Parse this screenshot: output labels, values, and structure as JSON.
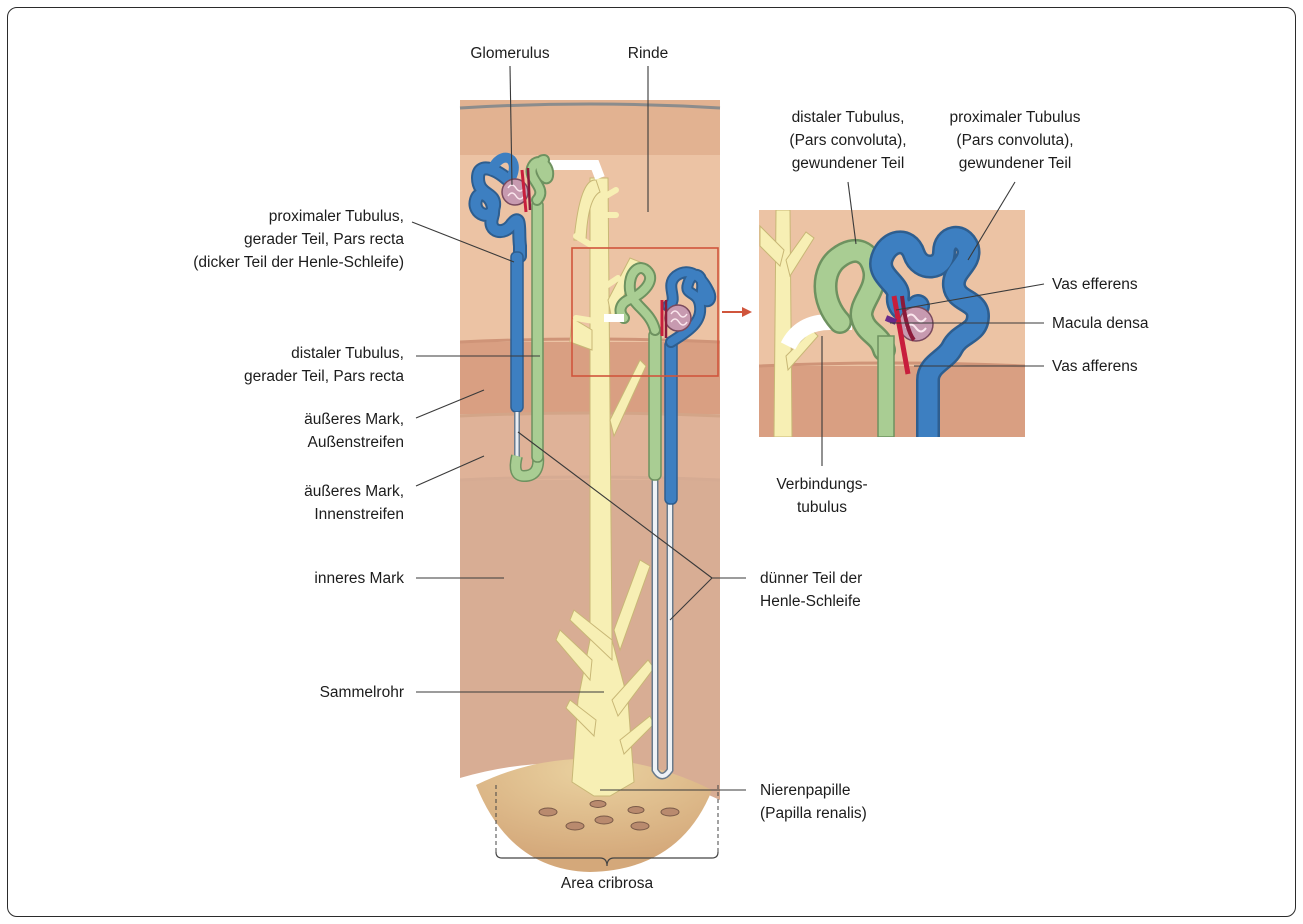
{
  "labels": {
    "glomerulus": "Glomerulus",
    "rinde": "Rinde",
    "distal_convoluted": [
      "distaler Tubulus,",
      "(Pars convoluta),",
      "gewundener Teil"
    ],
    "proximal_convoluted": [
      "proximaler Tubulus",
      "(Pars convoluta),",
      "gewundener Teil"
    ],
    "proximal_straight": [
      "proximaler Tubulus,",
      "gerader Teil, Pars recta",
      "(dicker Teil der Henle-Schleife)"
    ],
    "distal_straight": [
      "distaler Tubulus,",
      "gerader Teil, Pars recta"
    ],
    "outer_medulla_outer": [
      "äußeres Mark,",
      "Außenstreifen"
    ],
    "outer_medulla_inner": [
      "äußeres Mark,",
      "Innenstreifen"
    ],
    "inner_medulla": "inneres Mark",
    "collecting_duct": "Sammelrohr",
    "vas_efferens": "Vas efferens",
    "macula_densa": "Macula densa",
    "vas_afferens": "Vas afferens",
    "connecting_tubule": [
      "Verbindungs-",
      "tubulus"
    ],
    "thin_limb": [
      "dünner Teil der",
      "Henle-Schleife"
    ],
    "papilla": [
      "Nierenpapille",
      "(Papilla renalis)"
    ],
    "area_cribrosa": "Area cribrosa"
  },
  "colors": {
    "cortex": "#ecc3a4",
    "cortex_top": "#e2b291",
    "outer_stripe": "#d99f82",
    "inner_stripe": "#dfb298",
    "inner_medulla": "#d8ad94",
    "proximal_tubule": "#3d7fc1",
    "distal_tubule": "#a9cd93",
    "collecting_duct": "#f7efb4",
    "glomerulus": "#c79ab0",
    "arteriole": "#c81e3c",
    "macula_densa": "#6a2a8a",
    "highlight_box": "#d0553c"
  }
}
